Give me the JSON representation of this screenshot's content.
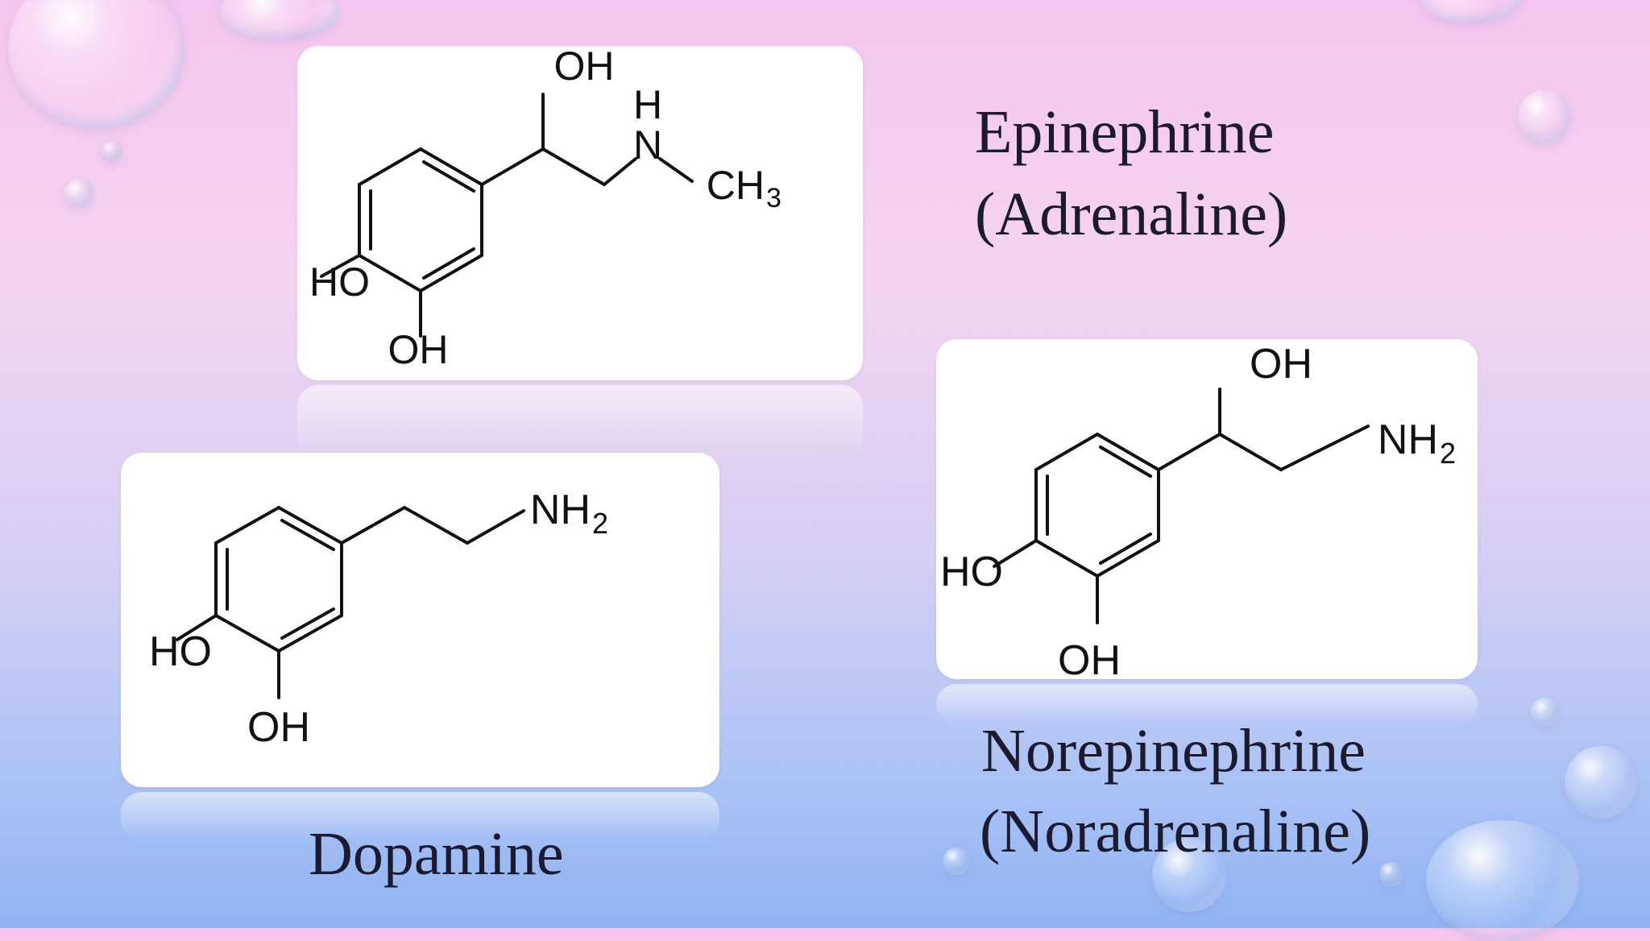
{
  "molecules": {
    "epinephrine": {
      "name": "Epinephrine",
      "alt_name": "(Adrenaline)",
      "atoms": {
        "oh_top": "OH",
        "nh_h": "H",
        "nh_n": "N",
        "ch3_c": "CH",
        "ch3_sub": "3",
        "ho": "HO",
        "oh_bottom": "OH"
      }
    },
    "dopamine": {
      "name": "Dopamine",
      "atoms": {
        "nh2_n": "NH",
        "nh2_sub": "2",
        "ho": "HO",
        "oh_bottom": "OH"
      }
    },
    "norepinephrine": {
      "name": "Norepinephrine",
      "alt_name": "(Noradrenaline)",
      "atoms": {
        "oh_top": "OH",
        "nh2_n": "NH",
        "nh2_sub": "2",
        "ho": "HO",
        "oh_bottom": "OH"
      }
    }
  },
  "colors": {
    "bond": "#111111",
    "label_text": "#1c1a2e",
    "card": "#ffffff"
  }
}
